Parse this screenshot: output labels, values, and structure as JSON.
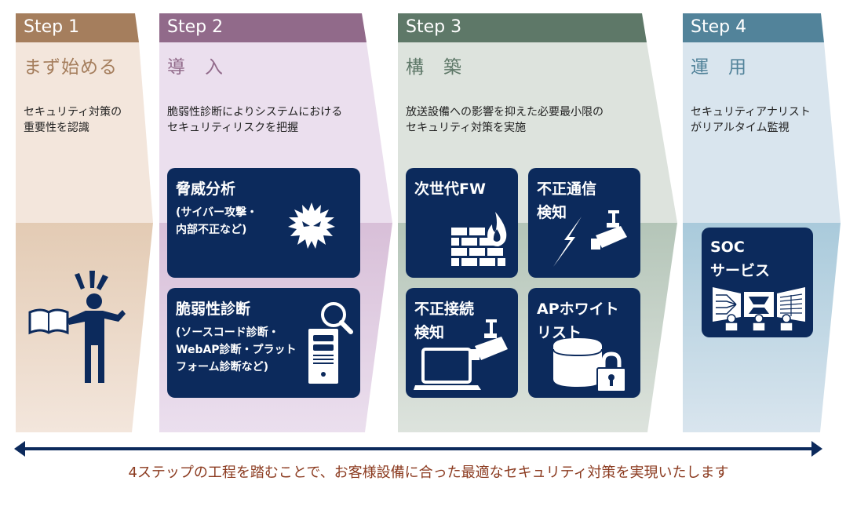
{
  "colors": {
    "step1_header": "#a57e5d",
    "step1_light": "#f3e6dc",
    "step1_dark": "#e3cbb4",
    "step1_phase": "#a57e5d",
    "step2_header": "#916a8a",
    "step2_light": "#ebdfee",
    "step2_dark": "#d8bfd8",
    "step2_phase": "#916a8a",
    "step3_header": "#5e7868",
    "step3_light": "#dde3dd",
    "step3_dark": "#b4c5b8",
    "step3_phase": "#5e7868",
    "step4_header": "#52839a",
    "step4_light": "#d9e5ee",
    "step4_dark": "#a9cadb",
    "step4_phase": "#52839a",
    "card_bg": "#0c2a5c",
    "arrow": "#0c2a5c",
    "footer_text": "#8b3a1f"
  },
  "steps": [
    {
      "label": "Step 1",
      "phase": "まず始める",
      "description": "セキュリティ対策の\n重要性を認識",
      "icon": "person-reading-book-icon"
    },
    {
      "label": "Step 2",
      "phase": "導　入",
      "description": "脆弱性診断によりシステムにおける\nセキュリティリスクを把握"
    },
    {
      "label": "Step 3",
      "phase": "構　築",
      "description": "放送設備への影響を抑えた必要最小限の\nセキュリティ対策を実施"
    },
    {
      "label": "Step 4",
      "phase": "運　用",
      "description": "セキュリティアナリスト\nがリアルタイム監視"
    }
  ],
  "cards": {
    "threat_analysis": {
      "title": "脅威分析",
      "subtitle": "(サイバー攻撃・\n内部不正など)",
      "icon": "virus-icon"
    },
    "vulnerability_assessment": {
      "title": "脆弱性診断",
      "subtitle": "(ソースコード診断・\nWebAP診断・プラット\nフォーム診断など)",
      "icon": "magnifier-server-icon"
    },
    "ngfw": {
      "title": "次世代FW",
      "icon": "firewall-icon"
    },
    "intrusion_detection": {
      "title": "不正通信\n検知",
      "icon": "lightning-camera-icon"
    },
    "unauthorized_connection": {
      "title": "不正接続\n検知",
      "icon": "laptop-camera-icon"
    },
    "ap_whitelist": {
      "title": "APホワイト\nリスト",
      "icon": "database-lock-icon"
    },
    "soc": {
      "title": "SOC\nサービス",
      "icon": "soc-monitors-icon"
    }
  },
  "footer": {
    "text": "4ステップの工程を踏むことで、お客様設備に合った最適なセキュリティ対策を実現いたします"
  }
}
